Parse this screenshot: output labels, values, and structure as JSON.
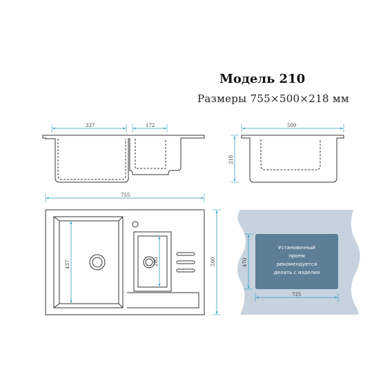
{
  "header": {
    "title": "Модель 210",
    "subtitle": "Размеры 755×500×218 мм"
  },
  "dimensions": {
    "top_left_bowl": "337",
    "top_small_bowl": "172",
    "side_depth_width": "500",
    "side_height": "218",
    "plan_total_width": "755",
    "plan_total_depth": "500",
    "plan_bowl_depth": "437",
    "plan_small_bowl_depth": "280",
    "cutout_height": "470",
    "cutout_width": "725"
  },
  "cutout_note": {
    "line1": "Установочный",
    "line2": "проем",
    "line3": "рекомендуется",
    "line4": "делать с изделия"
  },
  "colors": {
    "line": "#333333",
    "dimension": "#2a9fc4",
    "background_panel": "#c6d2dd",
    "note_box": "#5d7f96"
  }
}
